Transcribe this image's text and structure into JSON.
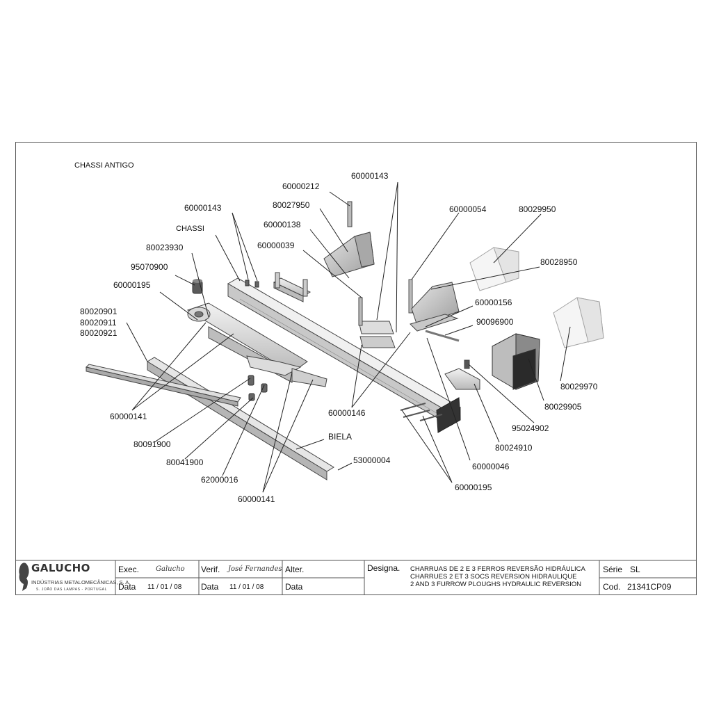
{
  "sheet_title": "CHASSI ANTIGO",
  "callouts": [
    {
      "id": "c-60000143-top",
      "label": "60000143"
    },
    {
      "id": "c-60000212",
      "label": "60000212"
    },
    {
      "id": "c-80027950",
      "label": "80027950"
    },
    {
      "id": "c-60000138",
      "label": "60000138"
    },
    {
      "id": "c-60000039",
      "label": "60000039"
    },
    {
      "id": "c-60000143-left",
      "label": "60000143"
    },
    {
      "id": "c-chassi",
      "label": "CHASSI"
    },
    {
      "id": "c-80023930",
      "label": "80023930"
    },
    {
      "id": "c-95070900",
      "label": "95070900"
    },
    {
      "id": "c-60000195-left",
      "label": "60000195"
    },
    {
      "id": "c-80020901",
      "label": "80020901"
    },
    {
      "id": "c-80020911",
      "label": "80020911"
    },
    {
      "id": "c-80020921",
      "label": "80020921"
    },
    {
      "id": "c-60000054",
      "label": "60000054"
    },
    {
      "id": "c-80029950",
      "label": "80029950"
    },
    {
      "id": "c-80028950",
      "label": "80028950"
    },
    {
      "id": "c-60000156",
      "label": "60000156"
    },
    {
      "id": "c-90096900",
      "label": "90096900"
    },
    {
      "id": "c-80029970",
      "label": "80029970"
    },
    {
      "id": "c-80029905",
      "label": "80029905"
    },
    {
      "id": "c-95024902",
      "label": "95024902"
    },
    {
      "id": "c-80024910",
      "label": "80024910"
    },
    {
      "id": "c-60000046",
      "label": "60000046"
    },
    {
      "id": "c-60000195-right",
      "label": "60000195"
    },
    {
      "id": "c-60000146",
      "label": "60000146"
    },
    {
      "id": "c-60000141-left",
      "label": "60000141"
    },
    {
      "id": "c-80091900",
      "label": "80091900"
    },
    {
      "id": "c-80041900",
      "label": "80041900"
    },
    {
      "id": "c-62000016",
      "label": "62000016"
    },
    {
      "id": "c-60000141-bottom",
      "label": "60000141"
    },
    {
      "id": "c-biela",
      "label": "BIELA"
    },
    {
      "id": "c-53000004",
      "label": "53000004"
    }
  ],
  "title_block": {
    "company": "GALUCHO",
    "company_sub": "INDÚSTRIAS METALOMECÂNICAS, S. A.",
    "company_location": "S. JOÃO DAS LAMPAS - PORTUGAL",
    "exec_label": "Exec.",
    "exec_signature": "Galucho",
    "verif_label": "Verif.",
    "verif_signature": "José Fernandes",
    "alter_label": "Alter.",
    "data_label": "Data",
    "exec_date": "11 / 01 / 08",
    "verif_date": "11 / 01 / 08",
    "designa_label": "Designa.",
    "designation_lines": [
      "CHARRUAS DE 2 E 3 FERROS REVERSÃO HIDRÁULICA",
      "CHARRUES 2 ET 3 SOCS REVERSION HIDRAULIQUE",
      "2 AND 3 FURROW PLOUGHS HYDRAULIC REVERSION"
    ],
    "serie_label": "Série",
    "serie_value": "SL",
    "cod_label": "Cod.",
    "cod_value": "21341CP09"
  }
}
